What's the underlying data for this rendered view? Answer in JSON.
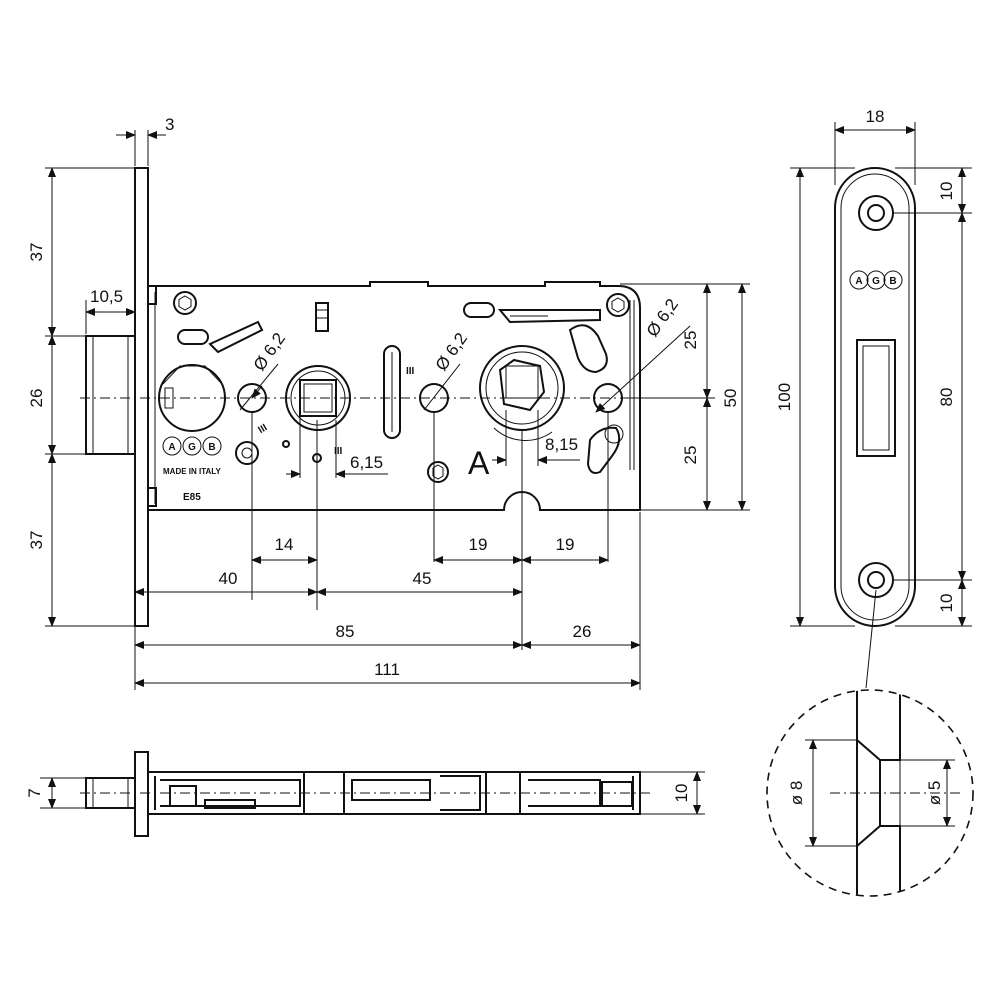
{
  "front_view": {
    "dims": {
      "faceplate_thickness": "3",
      "latch_projection": "10,5",
      "upper_edge": "37",
      "latch_height": "26",
      "lower_edge": "37",
      "hole_dia_left": "Ø 6,2",
      "hole_dia_center": "Ø 6,2",
      "hole_dia_right": "Ø 6,2",
      "half_upper": "25",
      "half_lower": "25",
      "case_height": "50",
      "square_6_15": "6,15",
      "square_8_15": "8,15",
      "spacing_14": "14",
      "spacing_19_left": "19",
      "spacing_19_right": "19",
      "backset_40": "40",
      "distance_45": "45",
      "distance_85": "85",
      "rear_26": "26",
      "overall_111": "111"
    },
    "markings": {
      "brand": [
        "A",
        "G",
        "B"
      ],
      "made_in": "MADE IN ITALY",
      "model": "E85",
      "letter": "A",
      "roman_left": "III",
      "roman_center": "III",
      "roman_top": "III"
    }
  },
  "side_view": {
    "dims": {
      "bolt_height": "7",
      "body_thickness": "10"
    }
  },
  "faceplate_view": {
    "dims": {
      "width": "18",
      "height": "100",
      "top_offset": "10",
      "hole_spacing": "80",
      "bottom_offset": "10"
    },
    "brand": [
      "A",
      "G",
      "B"
    ]
  },
  "detail_view": {
    "dims": {
      "outer_dia": "ø 8",
      "inner_dia": "ø 5"
    }
  }
}
